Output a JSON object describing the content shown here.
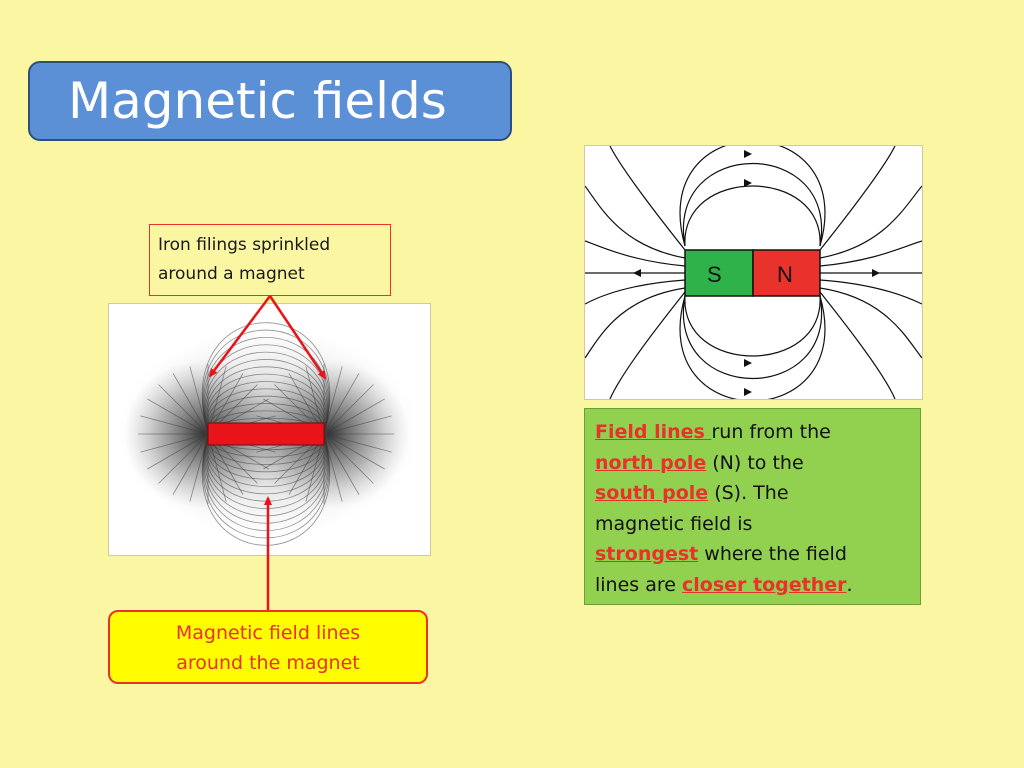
{
  "slide": {
    "title": "Magnetic fields",
    "colors": {
      "background": "#fbf6a1",
      "title_box": "#5b8fd6",
      "accent_red": "#e8322b",
      "info_green": "#92d050",
      "label_yellow": "#fffd00"
    }
  },
  "iron_filings_callout": {
    "line1": "Iron filings sprinkled",
    "line2": "around a magnet"
  },
  "field_lines_callout": {
    "line1": "Magnetic field lines",
    "line2": "around the magnet"
  },
  "diagram": {
    "south_label": "S",
    "north_label": "N",
    "south_color": "#2db34a",
    "north_color": "#e8322b"
  },
  "info": {
    "l1_hl": "Field lines ",
    "l1_rest": "run from the",
    "l2_hl": "north pole",
    "l2_rest": " (N) to the",
    "l3_hl": "south pole",
    "l3_rest": " (S).  The",
    "l4": "magnetic field is",
    "l5_hl": "strongest",
    "l5_rest": " where the field",
    "l6_pre": "lines are ",
    "l6_hl": "closer together",
    "l6_end": "."
  }
}
